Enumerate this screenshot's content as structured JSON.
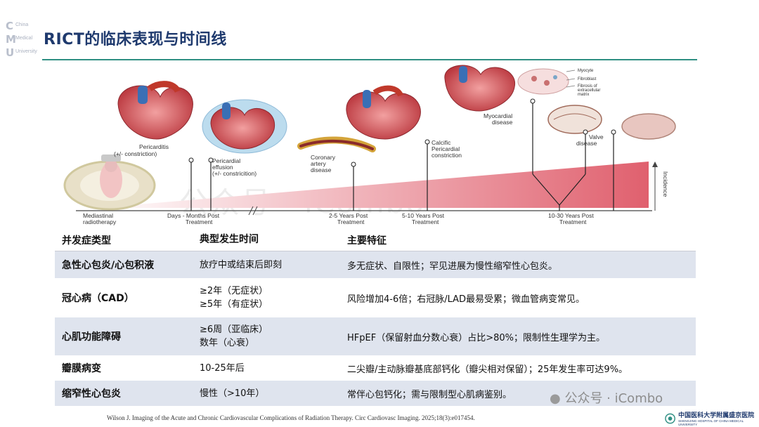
{
  "logo": {
    "letters": [
      "C",
      "M",
      "U"
    ],
    "words": [
      "China",
      "Medical",
      "University"
    ]
  },
  "title": "RICT的临床表现与时间线",
  "figure": {
    "events": [
      "Pericarditis",
      "(+/- constriction)",
      "Pericardial",
      "effusion",
      "(+/- constricition)",
      "Coronary",
      "artery",
      "disease",
      "Calcific",
      "Pericardial",
      "constriction",
      "Myocardial",
      "disease",
      "Valve",
      "disease"
    ],
    "inset_labels": [
      "Myocyte",
      "Fibroblast",
      "Fibrosis of",
      "extracellular",
      "matrix"
    ],
    "axis_labels": [
      "Mediastinal",
      "radiotherapy",
      "Days - Months Post",
      "Treatment",
      "2-5 Years Post",
      "Treatment",
      "5-10 Years Post",
      "Treatment",
      "10-30 Years Post",
      "Treatment"
    ],
    "incidence_label": "Incidence"
  },
  "table": {
    "headers": [
      "并发症类型",
      "典型发生时间",
      "主要特征"
    ],
    "rows": [
      {
        "type": "急性心包炎/心包积液",
        "time": [
          "放疗中或结束后即刻"
        ],
        "feature": "多无症状、自限性；罕见进展为慢性缩窄性心包炎。"
      },
      {
        "type": "冠心病（CAD）",
        "time": [
          "≥2年（无症状）",
          "≥5年（有症状）"
        ],
        "feature": "风险增加4-6倍；右冠脉/LAD最易受累；微血管病变常见。"
      },
      {
        "type": "心肌功能障碍",
        "time": [
          "≥6周（亚临床）",
          "数年（心衰）"
        ],
        "feature": "HFpEF（保留射血分数心衰）占比>80%；限制性生理学为主。"
      },
      {
        "type": "瓣膜病变",
        "time": [
          "10-25年后"
        ],
        "feature": "二尖瓣/主动脉瓣基底部钙化（瓣尖相对保留）；25年发生率可达9%。"
      },
      {
        "type": "缩窄性心包炎",
        "time": [
          "慢性（>10年）"
        ],
        "feature": "常伴心包钙化；需与限制型心肌病鉴别。"
      }
    ]
  },
  "citation": "Wilson J. Imaging of the Acute and Chronic Cardiovascular Complications of Radiation Therapy. Circ Cardiovasc Imaging. 2025;18(3):e017454.",
  "watermark": "公众号 · iCombo",
  "watermark_bg": "公众号 · iCombo",
  "hospital": {
    "name": "中国医科大学附属盛京医院",
    "english": "SHENGJING HOSPITAL OF CHINA MEDICAL UNIVERSITY"
  },
  "colors": {
    "title": "#1f3a6e",
    "rule": "#2f8f83",
    "row_alt": "#dfe4ee",
    "ramp": "#e0606e"
  }
}
